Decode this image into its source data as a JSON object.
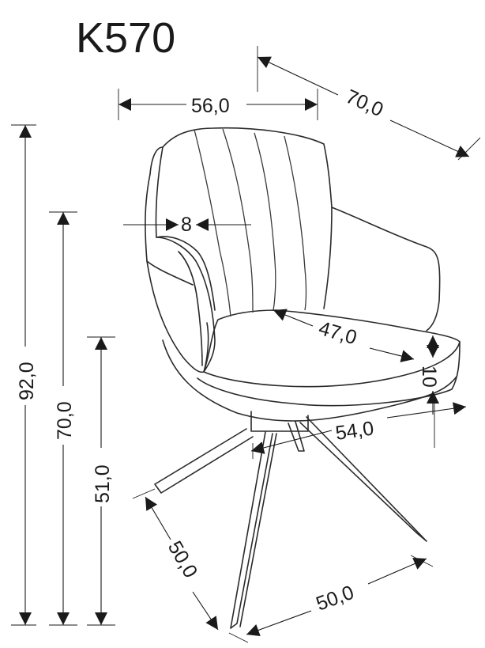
{
  "title": "K570",
  "dimensions": {
    "width_top": "56,0",
    "depth_top": "70,0",
    "arm_gap": "8",
    "seat_depth": "47,0",
    "seat_thickness": "10",
    "seat_width": "54,0",
    "total_height": "92,0",
    "arm_height": "70,0",
    "seat_height": "51,0",
    "base_left": "50,0",
    "base_right": "50,0"
  }
}
